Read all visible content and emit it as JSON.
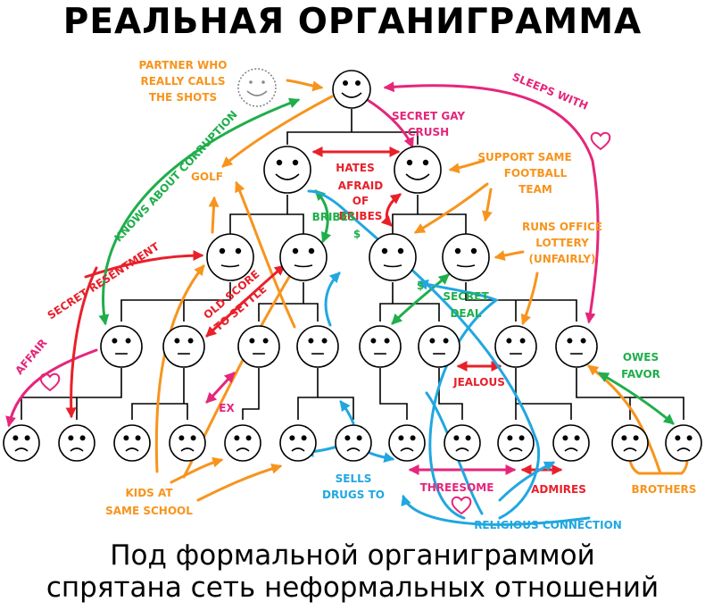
{
  "title": "РЕАЛЬНАЯ ОРГАНИГРАММА",
  "caption": {
    "line1": "Под формальной органиграммой",
    "line2": "спрятана сеть неформальных отношений"
  },
  "colors": {
    "orange": "#f7941d",
    "pink": "#e5267b",
    "red": "#e8202a",
    "green": "#1fae4b",
    "blue": "#21a7e0",
    "black": "#000000"
  },
  "labels": {
    "partner": [
      "PARTNER WHO",
      "REALLY CALLS",
      "THE SHOTS"
    ],
    "secret_gay_crush": [
      "SECRET GAY",
      "CRUSH"
    ],
    "sleeps_with": "SLEEPS WITH",
    "knows_about_corruption": "KNOWS ABOUT CORRUPTION",
    "hates": "HATES",
    "golf": "GOLF",
    "support_same_football_team": [
      "SUPPORT SAME",
      "FOOTBALL",
      "TEAM"
    ],
    "afraid_of_bribes": [
      "AFRAID",
      "OF",
      "BRIBES"
    ],
    "dollar": "$",
    "runs_office_lottery": [
      "RUNS OFFICE",
      "LOTTERY",
      "(UNFAIRLY)"
    ],
    "secret_resentment": "SECRET RESENTMENT",
    "old_score_to_settle": [
      "OLD SCORE",
      "TO SETTLE"
    ],
    "secret_deal": [
      "SECRET",
      "DEAL"
    ],
    "affair": "AFFAIR",
    "owes_favor": [
      "OWES",
      "FAVOR"
    ],
    "jealous": "JEALOUS",
    "ex": "EX",
    "kids_at_same_school": [
      "KIDS AT",
      "SAME SCHOOL"
    ],
    "sells_drugs_to": [
      "SELLS",
      "DRUGS TO"
    ],
    "threesome": "THREESOME",
    "admires": "ADMIRES",
    "brothers": "BROTHERS",
    "religious_connection": "RELIGIOUS CONNECTION"
  }
}
